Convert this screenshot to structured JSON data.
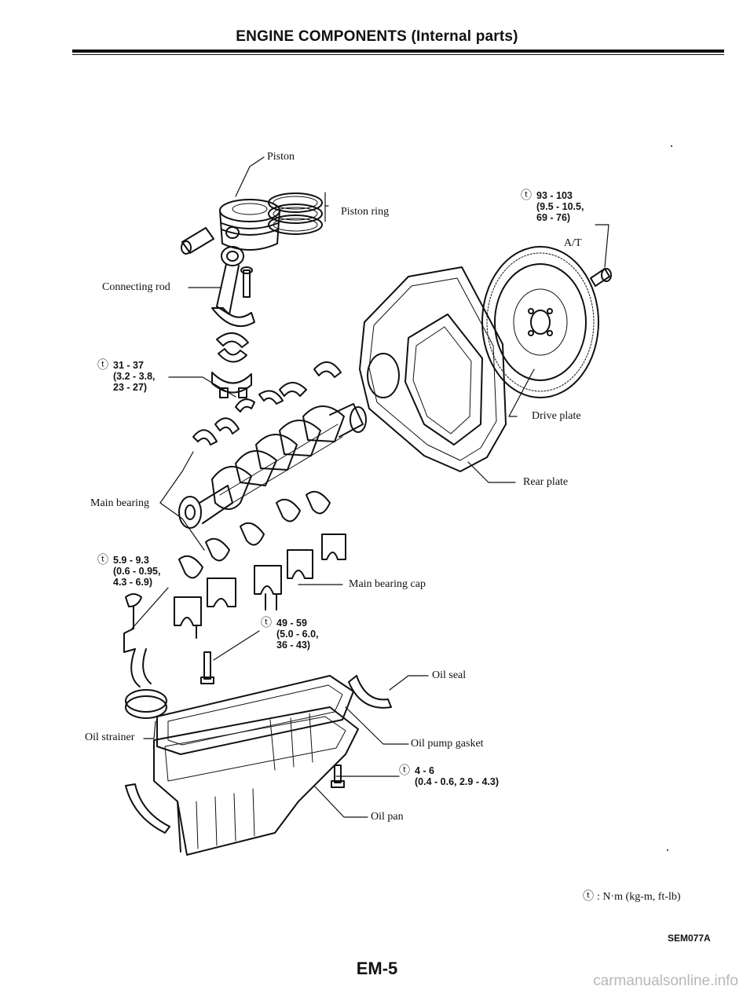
{
  "header": {
    "title": "ENGINE COMPONENTS (Internal parts)"
  },
  "labels": {
    "piston": "Piston",
    "piston_ring": "Piston ring",
    "connecting_rod": "Connecting rod",
    "main_bearing": "Main bearing",
    "main_bearing_cap": "Main bearing cap",
    "drive_plate": "Drive plate",
    "rear_plate": "Rear plate",
    "at": "A/T",
    "oil_seal": "Oil seal",
    "oil_pump_gasket": "Oil pump gasket",
    "oil_strainer": "Oil strainer",
    "oil_pan": "Oil pan"
  },
  "torque_symbol": "ⓣ",
  "torques": {
    "drive_plate": {
      "l1": "93 - 103",
      "l2": "(9.5 - 10.5,",
      "l3": "69 - 76)"
    },
    "con_rod": {
      "l1": "31 - 37",
      "l2": "(3.2 - 3.8,",
      "l3": "23 - 27)"
    },
    "strainer": {
      "l1": "5.9 - 9.3",
      "l2": "(0.6 - 0.95,",
      "l3": "4.3 - 6.9)"
    },
    "main_cap": {
      "l1": "49 - 59",
      "l2": "(5.0 - 6.0,",
      "l3": "36 - 43)"
    },
    "oil_pan": {
      "l1": "4 - 6",
      "l2": "(0.4 - 0.6, 2.9 - 4.3)"
    }
  },
  "legend": {
    "text": ": N·m (kg-m, ft-lb)"
  },
  "figure_code": "SEM077A",
  "page_number": "EM-5",
  "watermark": "carmanualsonline.info"
}
